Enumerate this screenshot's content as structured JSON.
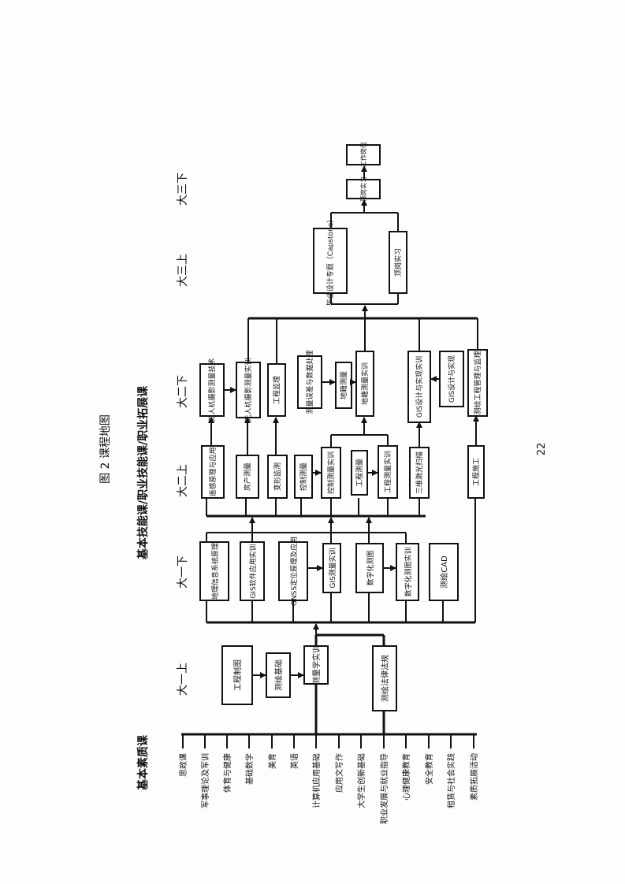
{
  "page_number": "22",
  "figure_caption": "图 2 课程地图",
  "headers": {
    "basic": "基本素质课",
    "core": "基本技能课/职业技能课/职业拓展课"
  },
  "years": [
    "大一上",
    "大一下",
    "大二上",
    "大二下",
    "大三上",
    "大三下"
  ],
  "basic_courses": [
    "思政课",
    "军事理论及军训",
    "体育与健康",
    "基础数学",
    "美育",
    "英语",
    "计算机应用基础",
    "应用文写作",
    "大学生创新基础",
    "职业发展与就业指导",
    "心理健康教育",
    "安全教育",
    "租赁与社会实践",
    "素质拓展活动"
  ],
  "y1a": {
    "c1": "工程制图",
    "c2": "测绘基础",
    "c3": "测量学实训",
    "c4": "测绘法律法规"
  },
  "y1b": {
    "c1": "地理信息系统原理",
    "c2": "GIS软件应用实训",
    "c3": "GNSS定位原理及应用",
    "c4": "GIS测量实训",
    "c5": "数字化测图",
    "c6": "数字化测图实训",
    "c7": "测绘CAD"
  },
  "y2a": {
    "c1": "遥感原理与应用",
    "c2": "房产测量",
    "c3": "变形监测",
    "c4": "控制测量",
    "c5": "控制测量实训",
    "c6": "工程测量",
    "c7": "工程测量实训",
    "c8": "三维激光扫描",
    "c9": "工程施工"
  },
  "y2b": {
    "c1": "无人机摄影测量技术",
    "c2": "无人机摄影测量实训",
    "c3": "工程监理",
    "c4": "测量误差与数据处理",
    "c5": "地籍测量",
    "c6": "地籍测量实训",
    "c7": "GIS设计与实现",
    "c8": "GIS设计与实现实训",
    "c9": "测绘工程管理与监理"
  },
  "y3a": {
    "c1": "毕业设计专题（Capstone）",
    "c2": "顶岗实习"
  },
  "y3b": {
    "c1": "顶岗实习",
    "c2": "工作岗位"
  }
}
